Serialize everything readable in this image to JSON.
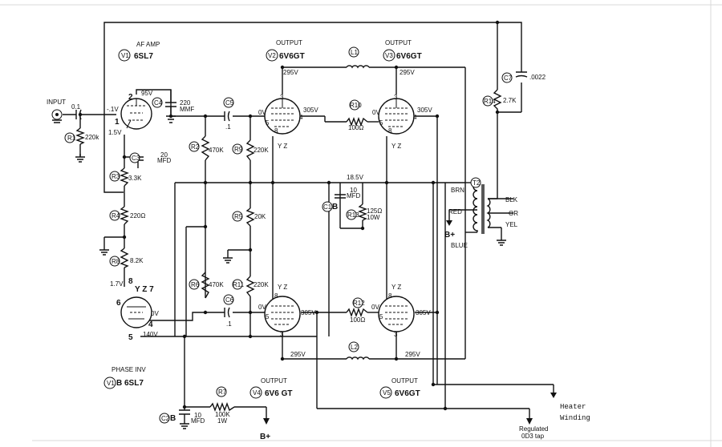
{
  "labels": {
    "af_amp_title": "AF AMP",
    "v1_id": "V1",
    "v1_type": "6SL7",
    "out1_title": "OUTPUT",
    "v2_id": "V2",
    "v2_type": "6V6GT",
    "out2_title": "OUTPUT",
    "v3_id": "V3",
    "v3_type": "6V6GT",
    "phase_inv_title": "PHASE INV",
    "v1b_id": "V1",
    "v1b_type": "B 6SL7",
    "out3_title": "OUTPUT",
    "v4_id": "V4",
    "v4_type": "6V6 GT",
    "out4_title": "OUTPUT",
    "v5_id": "V5",
    "v5_type": "6V6GT",
    "input": "INPUT",
    "c_input": "0.1",
    "r1_id": "R1",
    "r1_val": "220k",
    "v1_grid": "-.1V",
    "v1_plate": "95V",
    "v1_cath": "1.5V",
    "pin2": "2",
    "pin1": "1",
    "c4_id": "C4",
    "c4_val1": "220",
    "c4_val2": "MMF",
    "c5_id": "C5",
    "c5_val": ".1",
    "c3_id": "C3",
    "c3_val1": "20",
    "c3_val2": "MFD",
    "r3_id": "R3",
    "r3_val": "3.3K",
    "r2_id": "R2",
    "r2_val": "470K",
    "r9_id": "R9",
    "r9_val": "220K",
    "r4_id": "R4",
    "r4_val": "220Ω",
    "r5_id": "R5",
    "r5_val": "20K",
    "r8_id": "R8",
    "r8_val": "8.2K",
    "r6_id": "R6",
    "r6_val": "470K",
    "r11_id": "R11",
    "r11_val": "220K",
    "v1b_v": "1.7V",
    "pin8": "8",
    "pin_yz7": "Y Z 7",
    "pin6": "6",
    "pin4": "4",
    "pin5": "5",
    "v1b_0v": "0V",
    "v1b_140v": "140V",
    "c6_id": "C6",
    "c6_val": ".1",
    "v2_295": "295V",
    "v2_0v": "0V",
    "v2_305": "305V",
    "v3_295": "295V",
    "v3_0v": "0V",
    "v3_305": "305V",
    "l1_id": "L1",
    "l2_id": "L2",
    "r10_id": "R10",
    "r10_val": "100Ω",
    "r12_id": "R12",
    "r12_val": "100Ω",
    "v4_0v": "0V",
    "v4_305": "305V",
    "v5_0v": "0V",
    "v5_305": "305V",
    "v4_295": "295V",
    "v5_295": "295V",
    "bias": "18.5V",
    "c1_id": "C1",
    "c1_b": "B",
    "c1_val1": "10",
    "c1_val2": "MFD",
    "r13_id": "R13",
    "r13_val1": "125Ω",
    "r13_val2": "10W",
    "c7_id": "C7",
    "c7_val": ".0022",
    "r14_id": "R14",
    "r14_val": "2.7K",
    "t2_id": "T2",
    "brn": "BRN",
    "red": "RED",
    "blue": "BLUE",
    "blk": "BLK",
    "or": "OR",
    "yel": "YEL",
    "bplus_t": "B+",
    "r7_id": "R7",
    "r7_val1": "100K",
    "r7_val2": "1W",
    "c2_id": "C2",
    "c2_b": "B",
    "c2_val1": "10",
    "c2_val2": "MFD",
    "bplus_bottom": "B+",
    "regulated1": "Regulated",
    "regulated2": "0D3 tap",
    "heater1": "Heater",
    "heater2": "Winding",
    "yz": "Y Z",
    "p8": "8",
    "p7": "7",
    "p2": "2",
    "p3": "3",
    "p5": "5",
    "p4": "4"
  }
}
